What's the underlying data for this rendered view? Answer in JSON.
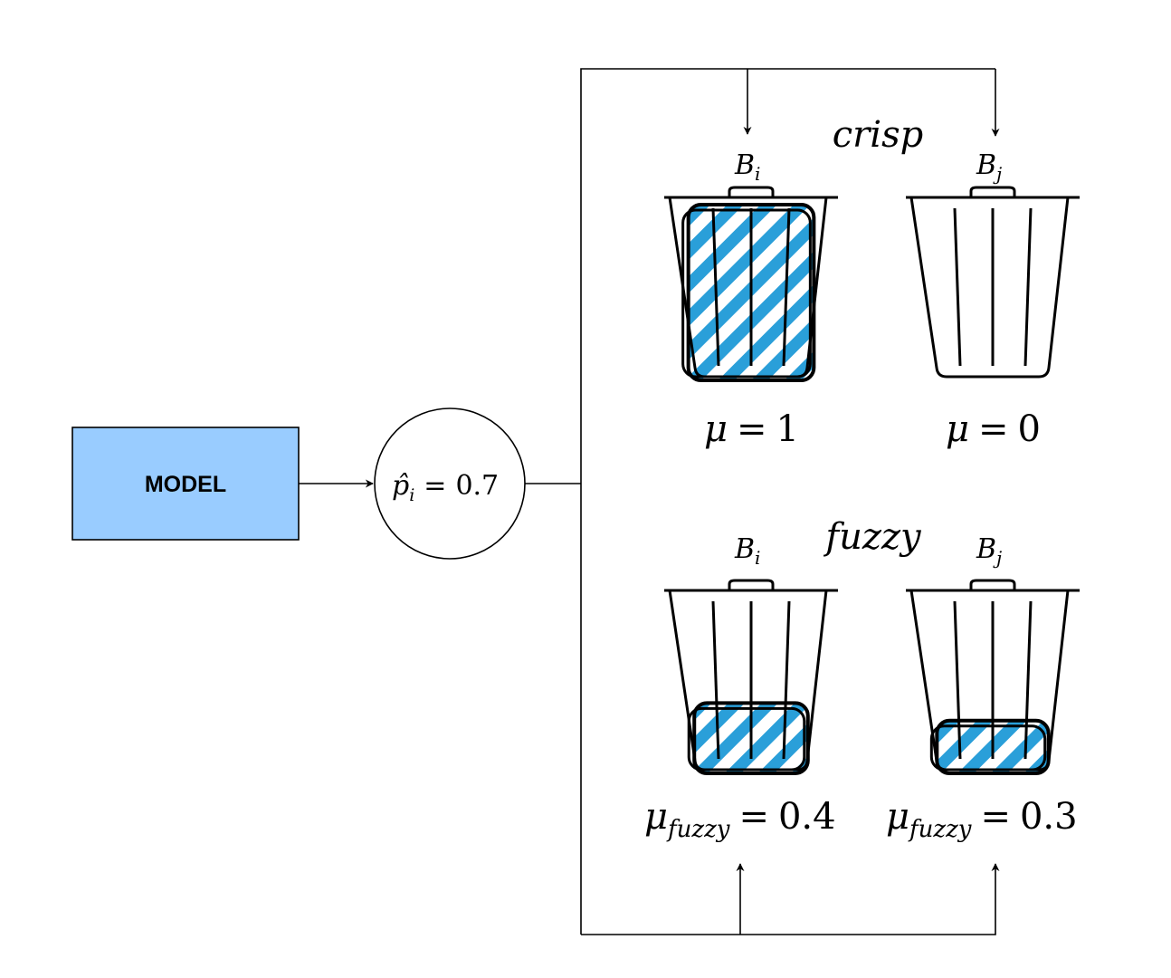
{
  "model": {
    "label": "MODEL",
    "fill": "#99ccff"
  },
  "prediction": {
    "symbol": "p̂",
    "subscript": "i",
    "equals": "=",
    "value": "0.7"
  },
  "crisp": {
    "label": "crisp",
    "bins": [
      {
        "name": "B",
        "subscript": "i",
        "mu_symbol": "μ",
        "equals": "=",
        "mu_value": "1",
        "fill_fraction": 1.0
      },
      {
        "name": "B",
        "subscript": "j",
        "mu_symbol": "μ",
        "equals": "=",
        "mu_value": "0",
        "fill_fraction": 0.0
      }
    ]
  },
  "fuzzy": {
    "label": "fuzzy",
    "bins": [
      {
        "name": "B",
        "subscript": "i",
        "mu_symbol": "μ",
        "mu_subscript": "fuzzy",
        "equals": "=",
        "mu_value": "0.4",
        "fill_fraction": 0.4
      },
      {
        "name": "B",
        "subscript": "j",
        "mu_symbol": "μ",
        "mu_subscript": "fuzzy",
        "equals": "=",
        "mu_value": "0.3",
        "fill_fraction": 0.3
      }
    ]
  },
  "colors": {
    "hatch": "#2a9fd9",
    "stroke": "#000000"
  },
  "icons": {
    "bin": "trash-bin-icon"
  }
}
